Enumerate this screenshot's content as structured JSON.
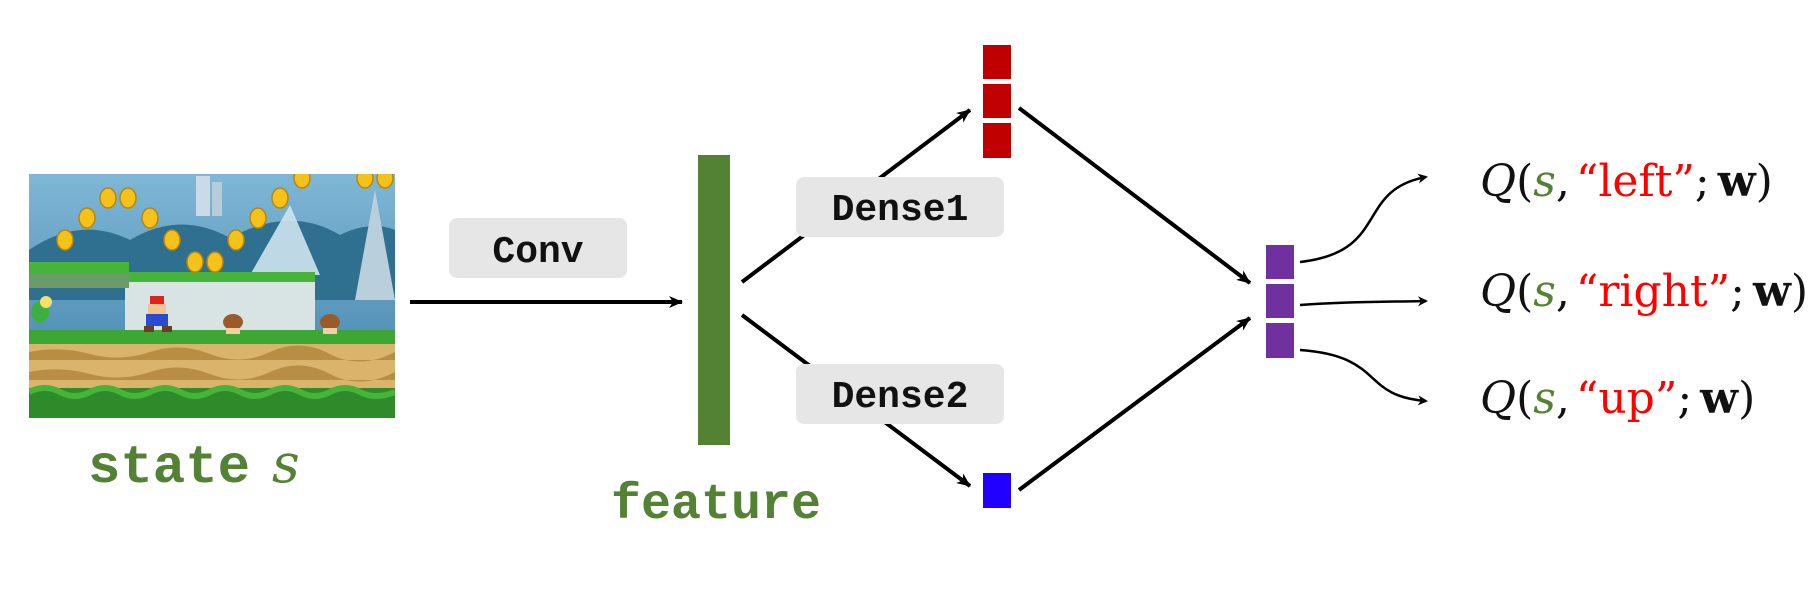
{
  "colors": {
    "feature_green": "#548235",
    "dense1_red": "#c00000",
    "dense2_blue": "#2200ff",
    "output_purple": "#7030a0",
    "label_bg": "#e7e6e6",
    "action_red": "#ff0000",
    "arrow": "#000000"
  },
  "input": {
    "label_word": "state",
    "label_var": "s",
    "image_desc_icon": "super-mario-game-screenshot"
  },
  "layers": {
    "conv": "Conv",
    "feature": "feature",
    "dense1": "Dense1",
    "dense2": "Dense2"
  },
  "outputs": [
    {
      "q": "Q",
      "open": "(",
      "s": "s",
      "comma": ",",
      "action": "“left”",
      "semi": ";",
      "w": "w",
      "close": ")"
    },
    {
      "q": "Q",
      "open": "(",
      "s": "s",
      "comma": ",",
      "action": "“right”",
      "semi": ";",
      "w": "w",
      "close": ")"
    },
    {
      "q": "Q",
      "open": "(",
      "s": "s",
      "comma": ",",
      "action": "“up”",
      "semi": ";",
      "w": "w",
      "close": ")"
    }
  ]
}
